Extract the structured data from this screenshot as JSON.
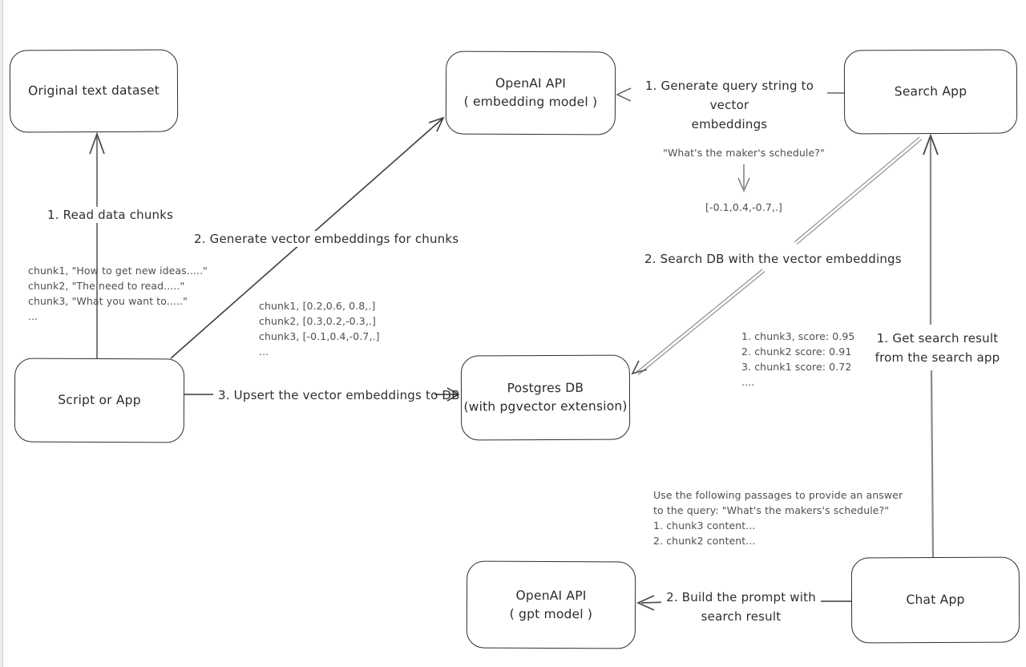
{
  "diagram": {
    "nodes": {
      "original_dataset": {
        "label": "Original text dataset"
      },
      "openai_embedding": {
        "line1": "OpenAI API",
        "line2": "( embedding model )"
      },
      "search_app": {
        "label": "Search App"
      },
      "script_or_app": {
        "label": "Script or App"
      },
      "postgres_db": {
        "line1": "Postgres DB",
        "line2": "(with pgvector extension)"
      },
      "openai_gpt": {
        "line1": "OpenAI API",
        "line2": "( gpt model )"
      },
      "chat_app": {
        "label": "Chat App"
      }
    },
    "edges": {
      "read_chunks": {
        "label": "1. Read data chunks"
      },
      "generate_embeddings": {
        "label": "2. Generate vector embeddings for chunks"
      },
      "upsert": {
        "label": "3. Upsert the vector embeddings  to DB"
      },
      "query_to_vector": {
        "line1": "1. Generate query string to vector",
        "line2": "embeddings"
      },
      "search_db": {
        "label": "2. Search DB with the vector embeddings"
      },
      "get_result": {
        "line1": "1. Get search result",
        "line2": "from the search app"
      },
      "build_prompt": {
        "line1": "2. Build the prompt with",
        "line2": "search result"
      }
    },
    "annotations": {
      "chunk_texts": {
        "lines": [
          "chunk1, \"How to get new ideas.....\"",
          "chunk2, \"The need to read.....\"",
          "chunk3, \"What you want to.....\"",
          "..."
        ]
      },
      "chunk_vectors": {
        "lines": [
          "chunk1, [0.2,0.6, 0.8,.]",
          "chunk2, [0.3,0.2,-0.3,.]",
          "chunk3, [-0.1,0.4,-0.7,.]",
          "..."
        ]
      },
      "query_example": {
        "question": "\"What's the maker's schedule?\"",
        "vector": "[-0.1,0.4,-0.7,.]"
      },
      "search_scores": {
        "lines": [
          "1. chunk3, score: 0.95",
          "2. chunk2 score: 0.91",
          "3. chunk1 score: 0.72",
          "...."
        ]
      },
      "prompt_example": {
        "lines": [
          "Use the following passages to provide an answer",
          "to the query: \"What's the makers's schedule?\"",
          "1. chunk3 content...",
          "2. chunk2 content..."
        ]
      }
    },
    "colors": {
      "ink": "#2f2f2f",
      "gray_line": "#8f8f8f",
      "annotation": "#4f4f4f",
      "background": "#ffffff"
    }
  }
}
